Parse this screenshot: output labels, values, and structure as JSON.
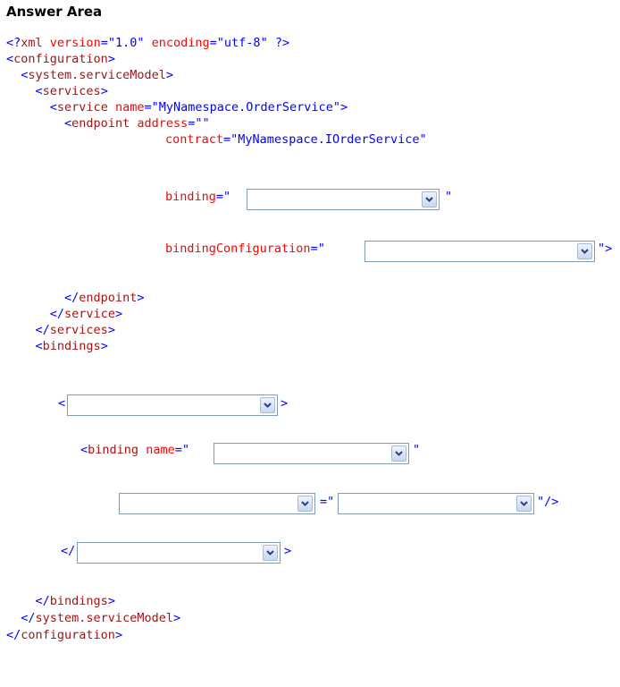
{
  "heading": "Answer Area",
  "code": {
    "l1_open": "<?",
    "l1_tag": "xml",
    "l1_attr": "version",
    "l1_eq1": "=",
    "l1_val1": "\"1.0\"",
    "l1_attr2": "encoding",
    "l1_eq2": "=",
    "l1_val2": "\"utf-8\"",
    "l1_close": "?>",
    "l2_open": "<",
    "l2_tag": "configuration",
    "l2_close": ">",
    "l3_open": "<",
    "l3_tag": "system.serviceModel",
    "l3_close": ">",
    "l4_open": "<",
    "l4_tag": "services",
    "l4_close": ">",
    "l5_open": "<",
    "l5_tag": "service",
    "l5_attr": "name",
    "l5_eq": "=",
    "l5_val": "\"MyNamespace.OrderService\"",
    "l5_close": ">",
    "l6_open": "<",
    "l6_tag": "endpoint",
    "l6_attr": "address",
    "l6_eq": "=",
    "l6_val": "\"\"",
    "l7_attr": "contract",
    "l7_eq": "=",
    "l7_val": "\"MyNamespace.IOrderService\"",
    "l8_attr": "binding",
    "l8_eq": "=",
    "l8_q_open": "\"",
    "l8_q_close": "\"",
    "l9_attr": "bindingConfiguration",
    "l9_eq": "=",
    "l9_q_open": "\"",
    "l9_close": "\">",
    "l10_open": "</",
    "l10_tag": "endpoint",
    "l10_close": ">",
    "l11_open": "</",
    "l11_tag": "service",
    "l11_close": ">",
    "l12_open": "</",
    "l12_tag": "services",
    "l12_close": ">",
    "l13_open": "<",
    "l13_tag": "bindings",
    "l13_close": ">",
    "l14_open": "<",
    "l14_close": ">",
    "l15_open": "<",
    "l15_tag": "binding",
    "l15_attr": "name",
    "l15_eq": "=",
    "l15_q_open": "\"",
    "l15_q_close": "\"",
    "l16_eq": "=\"",
    "l16_close": "\"/>",
    "l17_open": "</",
    "l17_close": ">",
    "l18_open": "</",
    "l18_tag": "bindings",
    "l18_close": ">",
    "l19_open": "</",
    "l19_tag": "system.serviceModel",
    "l19_close": ">",
    "l20_open": "</",
    "l20_tag": "configuration",
    "l20_close": ">"
  },
  "dropdowns": {
    "binding": "",
    "binding_configuration": "",
    "binding_type_open": "",
    "binding_name": "",
    "setting_attribute": "",
    "setting_value": "",
    "binding_type_close": ""
  },
  "icons": {
    "dropdown_arrow": "chevron-down-icon"
  },
  "colors": {
    "xml_delimiter": "#0000ff",
    "xml_element": "#a31515",
    "xml_attribute": "#ff0000",
    "dropdown_border": "#7f9db9",
    "dropdown_button": "#c9d7ee",
    "chevron": "#1f3f8a"
  }
}
